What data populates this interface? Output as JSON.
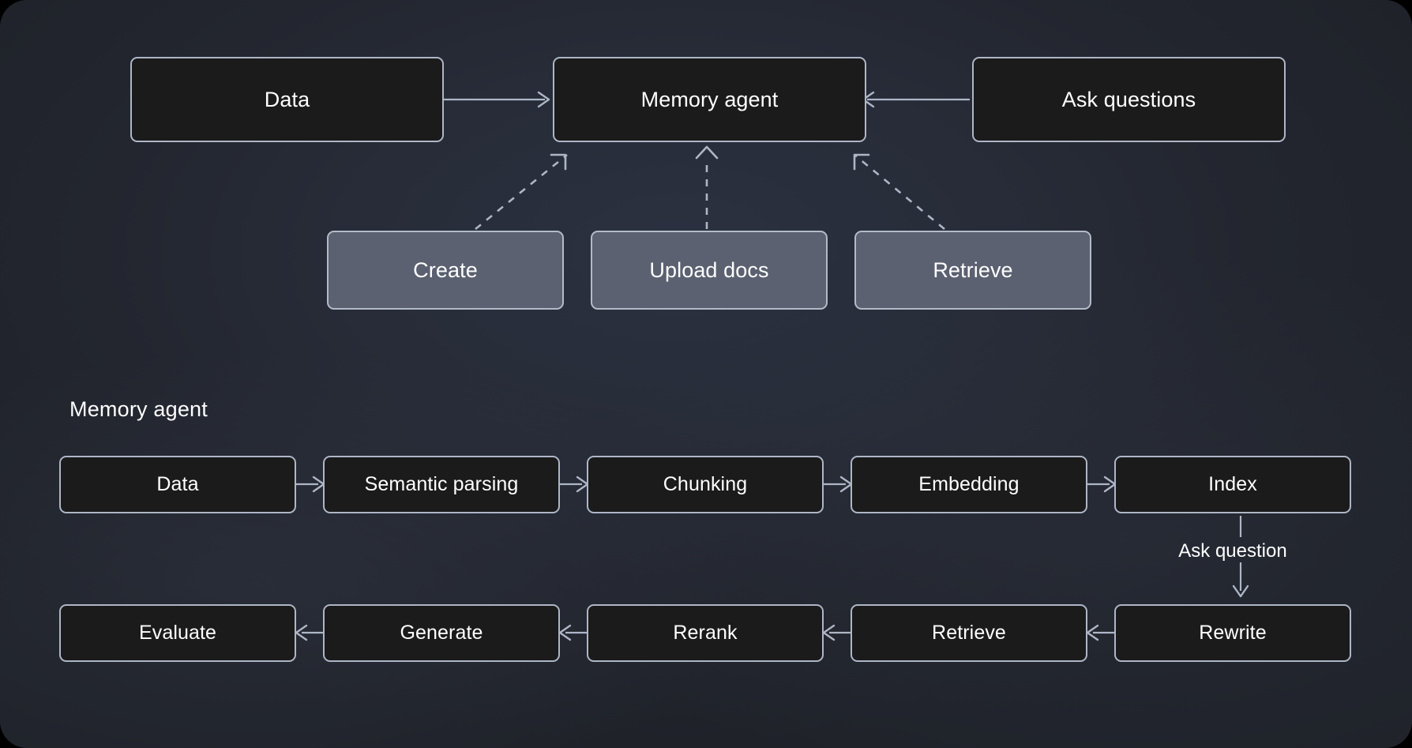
{
  "theme": {
    "canvas_bg": "#23262f",
    "node_dark_bg": "#1b1b1c",
    "node_light_bg": "#5b6170",
    "border": "#aeb6c6",
    "text": "#ffffff",
    "wire": "#aeb6c6"
  },
  "top_flow": {
    "data": "Data",
    "memory_agent": "Memory agent",
    "ask_questions": "Ask questions"
  },
  "capabilities": {
    "create": "Create",
    "upload_docs": "Upload docs",
    "retrieve": "Retrieve"
  },
  "detail": {
    "section_title": "Memory agent",
    "pipeline_top": [
      {
        "label": "Data"
      },
      {
        "label": "Semantic parsing"
      },
      {
        "label": "Chunking"
      },
      {
        "label": "Embedding"
      },
      {
        "label": "Index"
      }
    ],
    "transition_label": "Ask question",
    "pipeline_bottom": [
      {
        "label": "Evaluate"
      },
      {
        "label": "Generate"
      },
      {
        "label": "Rerank"
      },
      {
        "label": "Retrieve"
      },
      {
        "label": "Rewrite"
      }
    ]
  }
}
